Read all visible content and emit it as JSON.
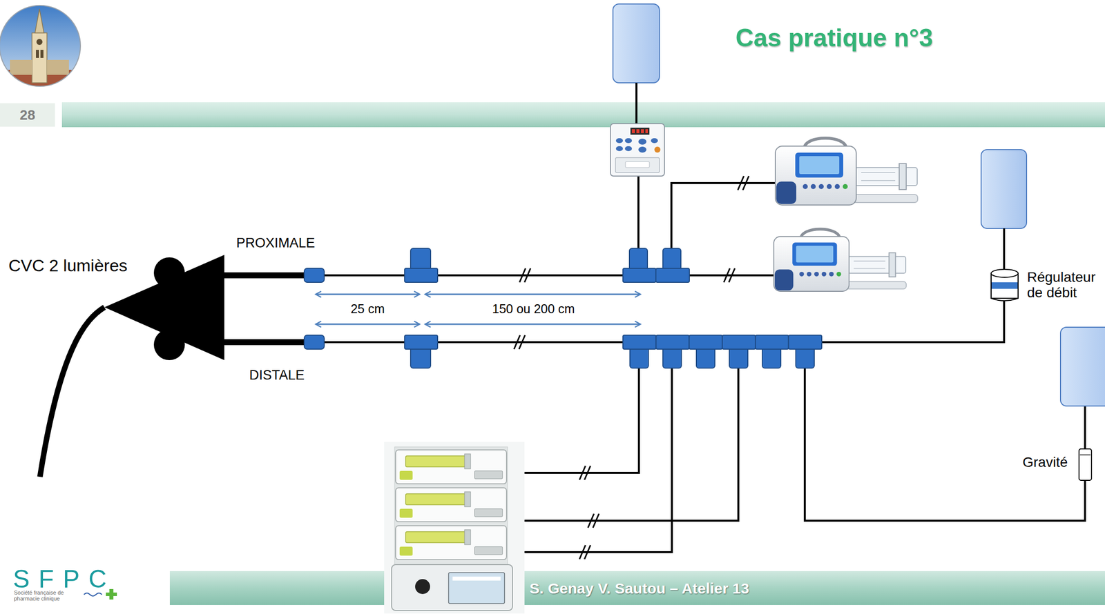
{
  "diagram": {
    "title": "Cas pratique n°3",
    "nodes": [
      {
        "text": [
          "CVC 2 lumières"
        ]
      },
      {
        "text": [
          "Régulateur de débit"
        ]
      },
      {
        "text": [
          "Gravité"
        ]
      }
    ],
    "labels": [
      "28",
      "PROXIMALE",
      "25 cm",
      "150 ou 200 cm",
      "DISTALE",
      "SFPC",
      "Société française de pharmacie clinique",
      "S. Genay V. Sautou – Atelier 13"
    ]
  }
}
